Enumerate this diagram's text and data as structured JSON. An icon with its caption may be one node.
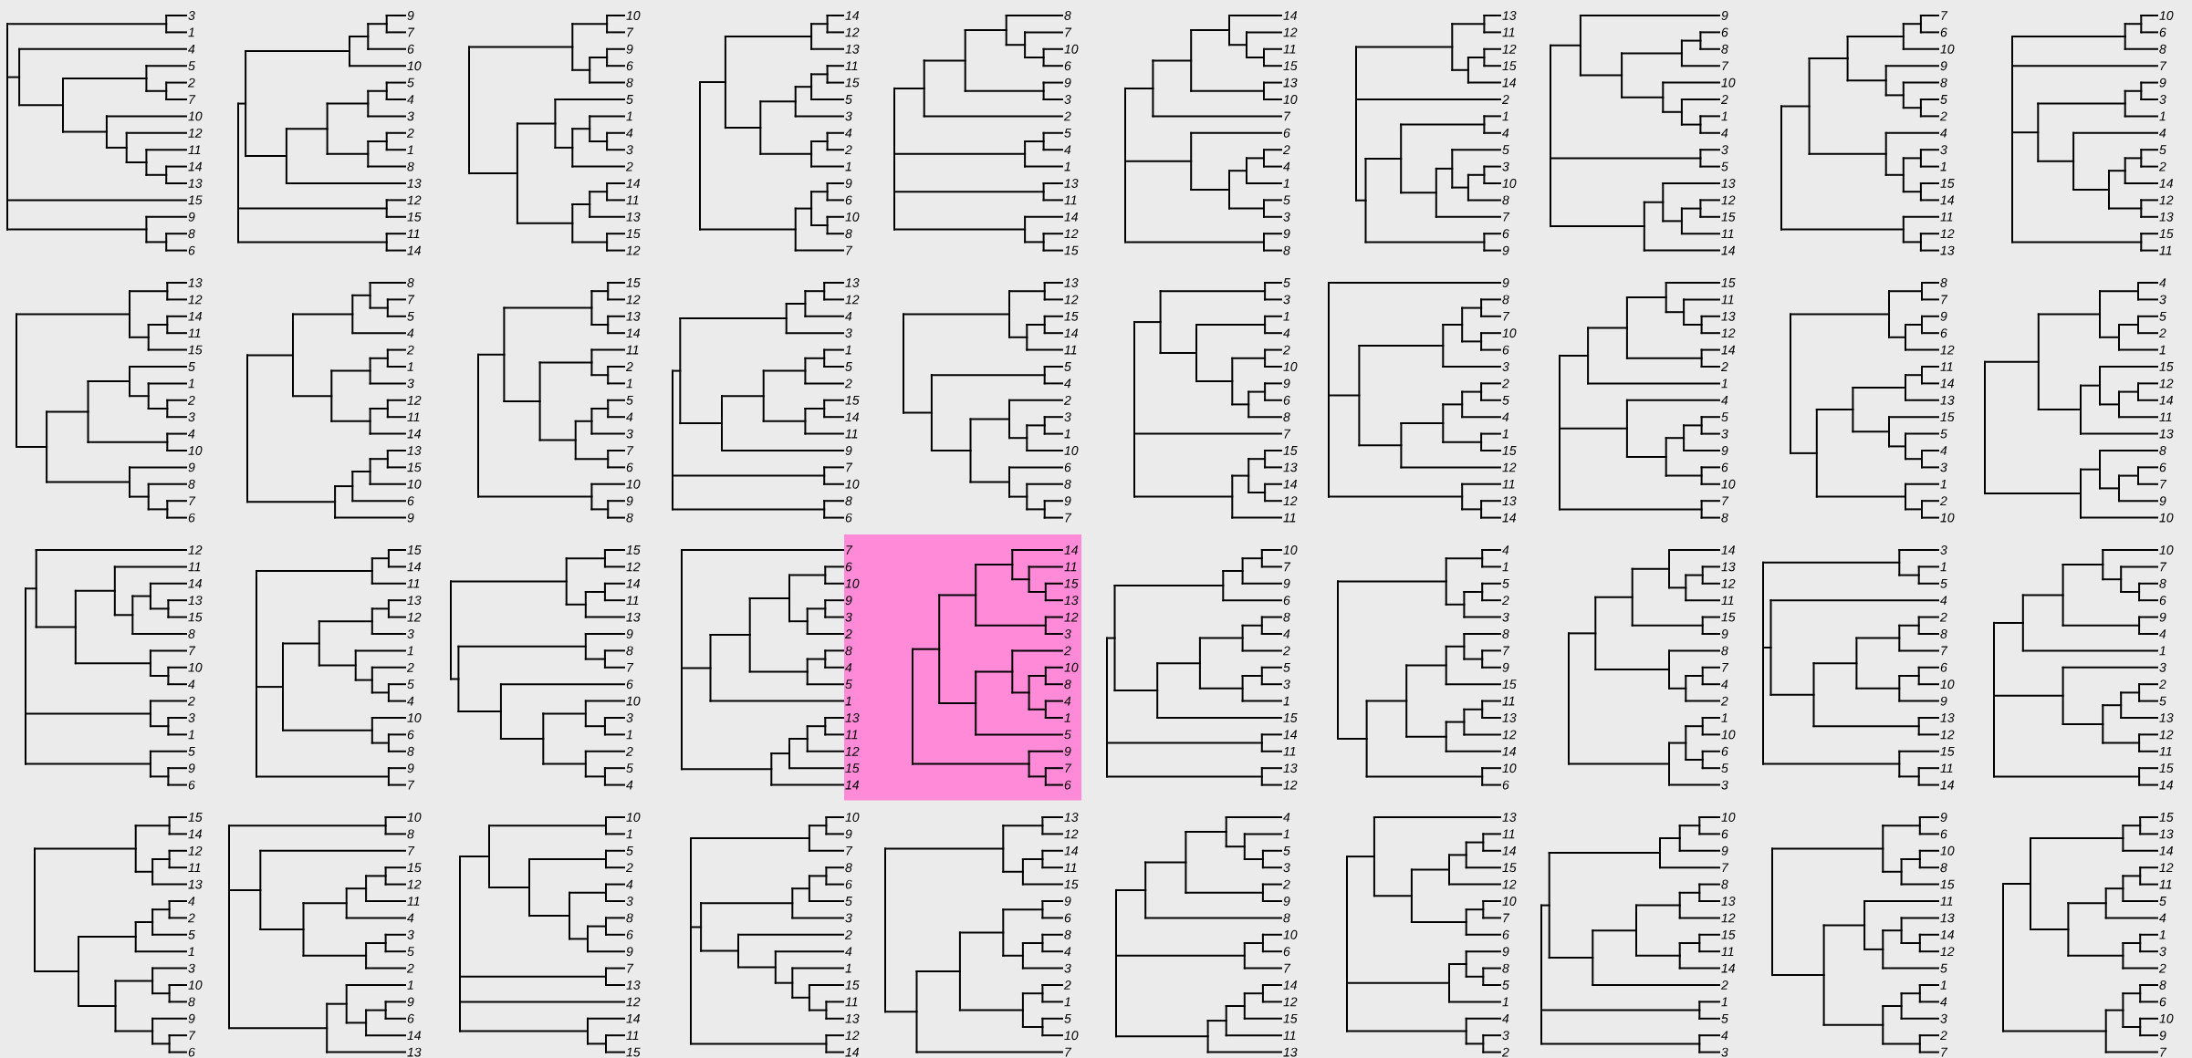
{
  "diagram": {
    "labels": [
      "3",
      "1",
      "4",
      "5",
      "2",
      "7",
      "10",
      "12",
      "11",
      "14",
      "13",
      "15",
      "9",
      "8",
      "6",
      "9",
      "7",
      "6",
      "10",
      "5",
      "4",
      "3",
      "2",
      "1",
      "8",
      "13",
      "12",
      "15",
      "11",
      "14",
      "10",
      "7",
      "9",
      "6",
      "8",
      "5",
      "1",
      "4",
      "3",
      "2",
      "14",
      "11",
      "13",
      "15",
      "12",
      "14",
      "12",
      "13",
      "11",
      "15",
      "5",
      "3",
      "4",
      "2",
      "1",
      "9",
      "6",
      "10",
      "8",
      "7",
      "8",
      "7",
      "10",
      "6",
      "9",
      "3",
      "2",
      "5",
      "4",
      "1",
      "13",
      "11",
      "14",
      "12",
      "15",
      "14",
      "12",
      "11",
      "15",
      "13",
      "10",
      "7",
      "6",
      "2",
      "4",
      "1",
      "5",
      "3",
      "9",
      "8",
      "13",
      "11",
      "12",
      "15",
      "14",
      "2",
      "1",
      "4",
      "5",
      "3",
      "10",
      "8",
      "7",
      "6",
      "9",
      "9",
      "6",
      "8",
      "7",
      "10",
      "2",
      "1",
      "4",
      "3",
      "5",
      "13",
      "12",
      "15",
      "11",
      "14",
      "7",
      "6",
      "10",
      "9",
      "8",
      "5",
      "2",
      "4",
      "3",
      "1",
      "15",
      "14",
      "11",
      "12",
      "13",
      "10",
      "6",
      "8",
      "7",
      "9",
      "3",
      "1",
      "4",
      "5",
      "2",
      "14",
      "12",
      "13",
      "15",
      "11",
      "13",
      "12",
      "14",
      "11",
      "15",
      "5",
      "1",
      "2",
      "3",
      "4",
      "10",
      "9",
      "8",
      "7",
      "6",
      "8",
      "7",
      "5",
      "4",
      "2",
      "1",
      "3",
      "12",
      "11",
      "14",
      "13",
      "15",
      "10",
      "6",
      "9",
      "15",
      "12",
      "13",
      "14",
      "11",
      "2",
      "1",
      "5",
      "4",
      "3",
      "7",
      "6",
      "10",
      "9",
      "8",
      "13",
      "12",
      "4",
      "3",
      "1",
      "5",
      "2",
      "15",
      "14",
      "11",
      "9",
      "7",
      "10",
      "8",
      "6",
      "13",
      "12",
      "15",
      "14",
      "11",
      "5",
      "4",
      "2",
      "3",
      "1",
      "10",
      "6",
      "8",
      "9",
      "7",
      "5",
      "3",
      "1",
      "4",
      "2",
      "10",
      "9",
      "6",
      "8",
      "7",
      "15",
      "13",
      "14",
      "12",
      "11",
      "9",
      "8",
      "7",
      "10",
      "6",
      "3",
      "2",
      "5",
      "4",
      "1",
      "15",
      "12",
      "11",
      "13",
      "14",
      "15",
      "11",
      "13",
      "12",
      "14",
      "2",
      "1",
      "4",
      "5",
      "3",
      "9",
      "6",
      "10",
      "7",
      "8",
      "8",
      "7",
      "9",
      "6",
      "12",
      "11",
      "14",
      "13",
      "15",
      "5",
      "4",
      "3",
      "1",
      "2",
      "10",
      "4",
      "3",
      "5",
      "2",
      "1",
      "15",
      "12",
      "14",
      "11",
      "13",
      "8",
      "6",
      "7",
      "9",
      "10",
      "12",
      "11",
      "14",
      "13",
      "15",
      "8",
      "7",
      "10",
      "4",
      "2",
      "3",
      "1",
      "5",
      "9",
      "6",
      "15",
      "14",
      "11",
      "13",
      "12",
      "3",
      "1",
      "2",
      "5",
      "4",
      "10",
      "6",
      "8",
      "9",
      "7",
      "15",
      "12",
      "14",
      "11",
      "13",
      "9",
      "8",
      "7",
      "6",
      "10",
      "3",
      "1",
      "2",
      "5",
      "4",
      "7",
      "6",
      "10",
      "9",
      "3",
      "2",
      "8",
      "4",
      "5",
      "1",
      "13",
      "11",
      "12",
      "15",
      "14",
      "14",
      "11",
      "15",
      "13",
      "12",
      "3",
      "2",
      "10",
      "8",
      "4",
      "1",
      "5",
      "9",
      "7",
      "6",
      "10",
      "7",
      "9",
      "6",
      "8",
      "4",
      "2",
      "5",
      "3",
      "1",
      "15",
      "14",
      "11",
      "13",
      "12",
      "4",
      "1",
      "5",
      "2",
      "3",
      "8",
      "7",
      "9",
      "15",
      "11",
      "13",
      "12",
      "14",
      "10",
      "6",
      "14",
      "13",
      "12",
      "11",
      "15",
      "9",
      "8",
      "7",
      "4",
      "2",
      "1",
      "10",
      "6",
      "5",
      "3",
      "3",
      "1",
      "5",
      "4",
      "2",
      "8",
      "7",
      "6",
      "10",
      "9",
      "13",
      "12",
      "15",
      "11",
      "14",
      "10",
      "7",
      "8",
      "6",
      "9",
      "4",
      "1",
      "3",
      "2",
      "5",
      "13",
      "12",
      "11",
      "15",
      "14",
      "15",
      "14",
      "12",
      "11",
      "13",
      "4",
      "2",
      "5",
      "1",
      "3",
      "10",
      "8",
      "9",
      "7",
      "6",
      "10",
      "8",
      "7",
      "15",
      "12",
      "11",
      "4",
      "3",
      "5",
      "2",
      "1",
      "9",
      "6",
      "14",
      "13",
      "10",
      "1",
      "5",
      "2",
      "4",
      "3",
      "8",
      "6",
      "9",
      "7",
      "13",
      "12",
      "14",
      "11",
      "15",
      "10",
      "9",
      "7",
      "8",
      "6",
      "5",
      "3",
      "2",
      "4",
      "1",
      "15",
      "11",
      "13",
      "12",
      "14",
      "13",
      "12",
      "14",
      "11",
      "15",
      "9",
      "6",
      "8",
      "4",
      "3",
      "2",
      "1",
      "5",
      "10",
      "7",
      "4",
      "1",
      "5",
      "3",
      "2",
      "9",
      "8",
      "10",
      "6",
      "7",
      "14",
      "12",
      "15",
      "11",
      "13",
      "13",
      "11",
      "14",
      "15",
      "12",
      "10",
      "7",
      "6",
      "9",
      "8",
      "5",
      "1",
      "4",
      "3",
      "2",
      "10",
      "6",
      "9",
      "7",
      "8",
      "13",
      "12",
      "15",
      "11",
      "14",
      "2",
      "1",
      "5",
      "4",
      "3",
      "9",
      "6",
      "10",
      "8",
      "15",
      "11",
      "13",
      "14",
      "12",
      "5",
      "1",
      "4",
      "3",
      "2",
      "7",
      "15",
      "13",
      "14",
      "12",
      "11",
      "5",
      "4",
      "1",
      "3",
      "2",
      "8",
      "6",
      "10",
      "9",
      "7"
    ]
  }
}
